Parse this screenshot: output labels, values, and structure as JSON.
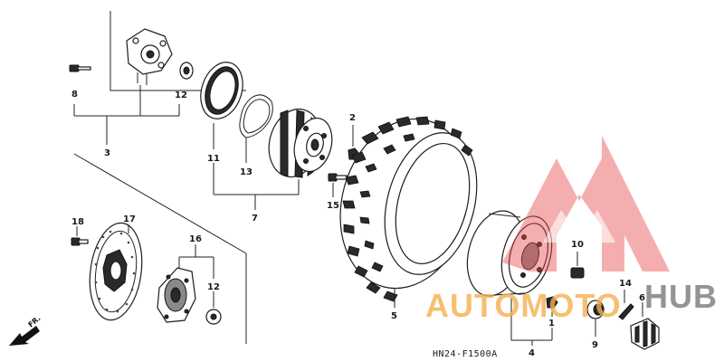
{
  "figure_code": "HN24-F1500A",
  "direction_label": "FR.",
  "watermark": {
    "text_left": "AUTOMOTO",
    "text_right": "HUB",
    "color_triangle": "#e8474a",
    "color_text_left": "#f4b04f",
    "color_text_right": "#7a7a7a"
  },
  "callouts": {
    "c1": "1",
    "c2": "2",
    "c3": "3",
    "c4": "4",
    "c5": "5",
    "c6": "6",
    "c7": "7",
    "c8": "8",
    "c9": "9",
    "c10": "10",
    "c11": "11",
    "c12a": "12",
    "c12b": "12",
    "c13": "13",
    "c14": "14",
    "c15": "15",
    "c16": "16",
    "c17": "17",
    "c18": "18"
  },
  "parts": [
    "knuckle-hub",
    "bolt-8",
    "bearing-12",
    "seal-11",
    "gasket-13",
    "brake-drum-7",
    "nut-2",
    "bolt-15",
    "tire-5",
    "rim-4",
    "valve-10",
    "nut-1",
    "cap-9",
    "pin-14",
    "castle-nut-6",
    "brake-disc-17",
    "bolt-18",
    "disc-hub-16",
    "bearing-12b"
  ],
  "colors": {
    "line": "#222222",
    "part_fill": "#ffffff",
    "background": "#ffffff"
  }
}
